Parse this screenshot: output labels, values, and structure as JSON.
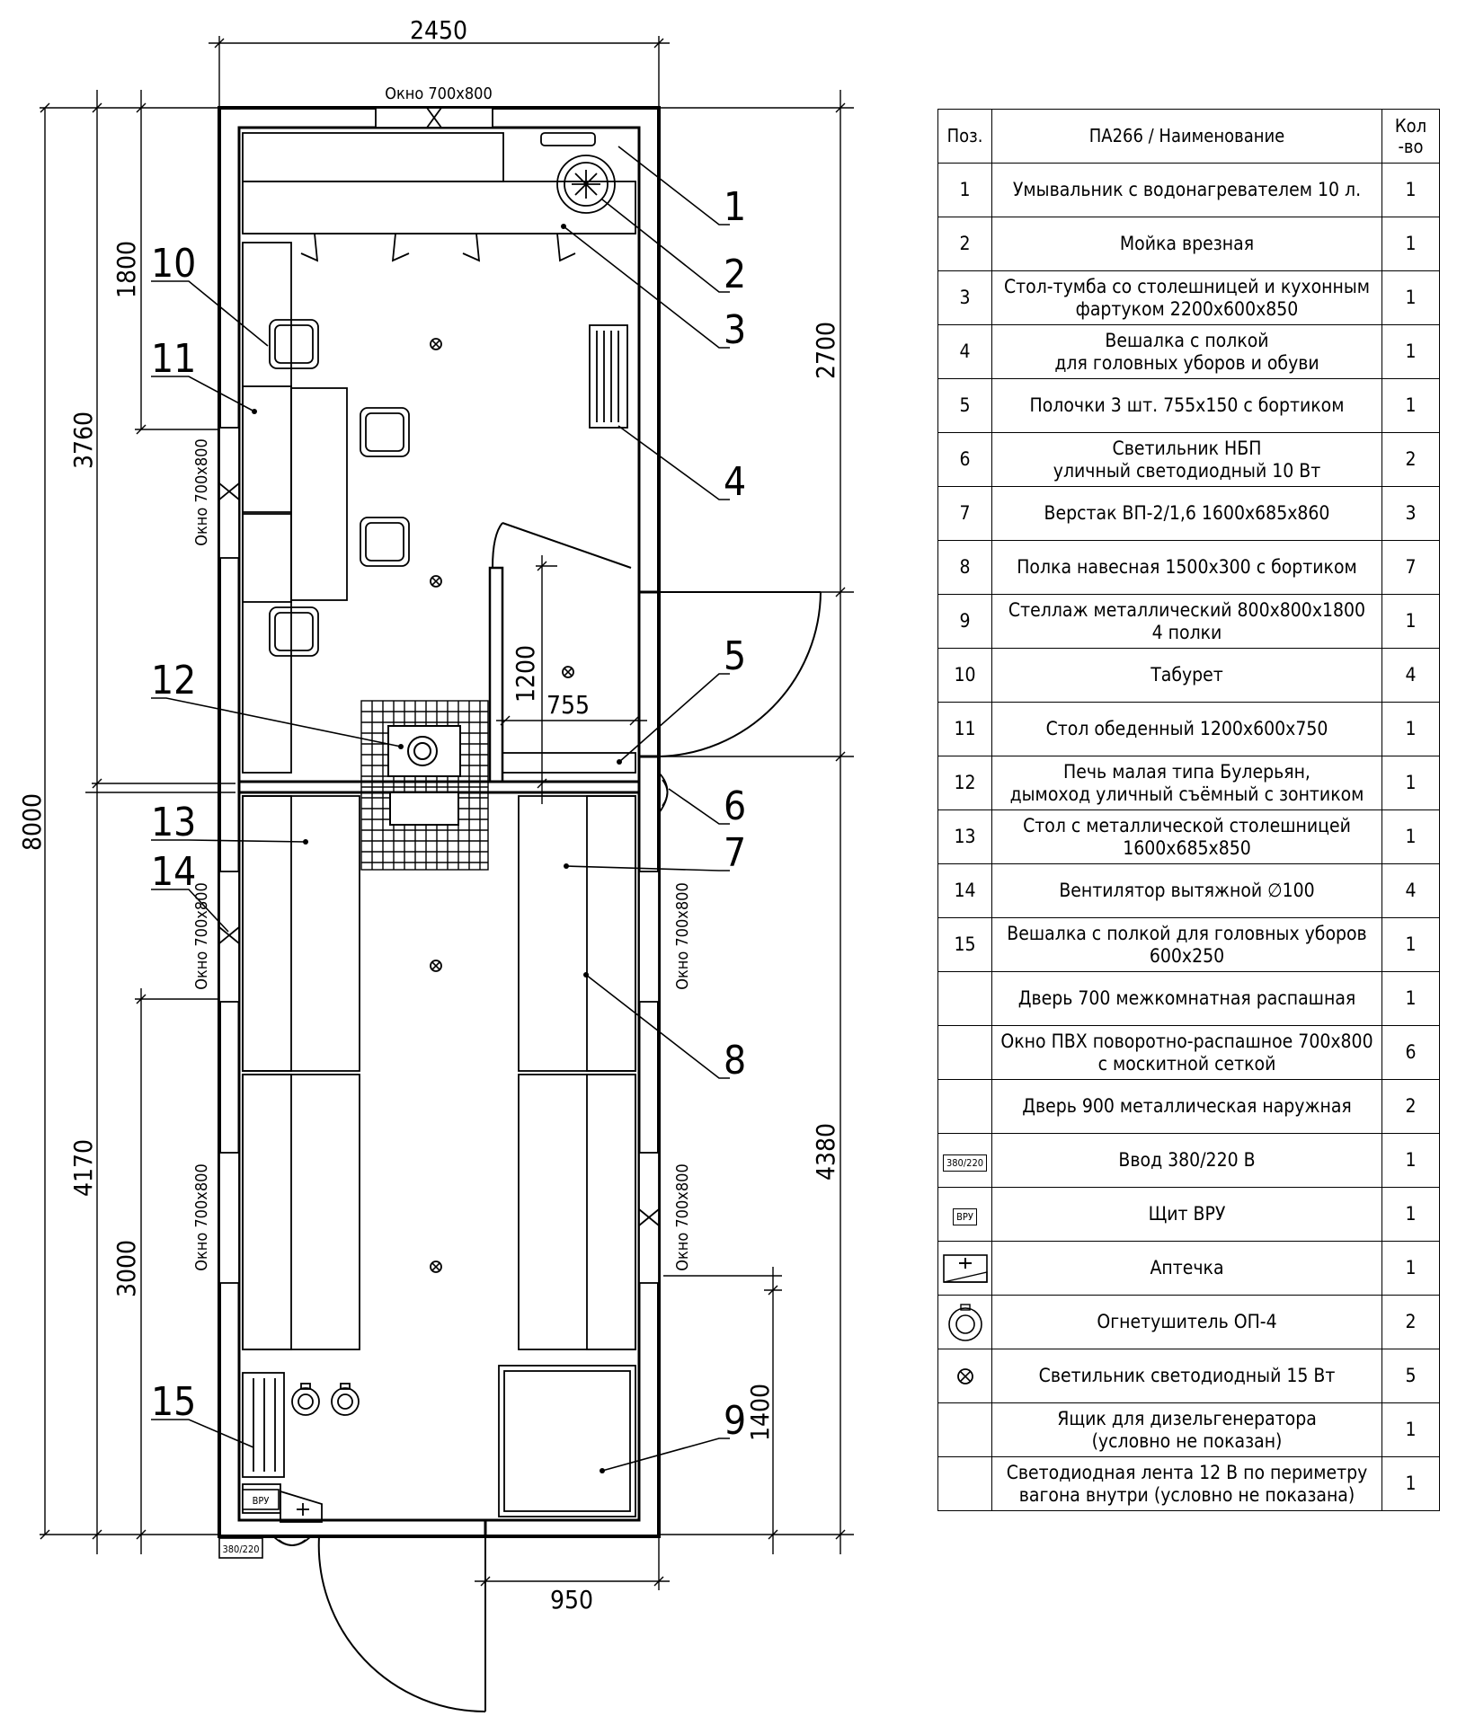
{
  "dimensions": {
    "overall_width": "2450",
    "overall_length": "8000",
    "left_upper": "3760",
    "left_upper_inner": "1800",
    "left_lower": "4170",
    "left_lower_inner": "3000",
    "right_upper": "2700",
    "right_lower": "4380",
    "vestibule_depth": "1200",
    "shelf_width": "755",
    "door_width": "950",
    "bottom_right": "1400"
  },
  "window_label": "Окно 700х800",
  "position_labels": [
    "1",
    "2",
    "3",
    "4",
    "5",
    "6",
    "7",
    "8",
    "9",
    "10",
    "11",
    "12",
    "13",
    "14",
    "15"
  ],
  "panel_labels": {
    "vru": "ВРУ",
    "input": "380/220"
  },
  "spec_table": {
    "headers": {
      "pos": "Поз.",
      "name": "ПА266 / Наименование",
      "qty": "Кол\n-во"
    },
    "rows": [
      {
        "pos": "1",
        "name": "Умывальник с водонагревателем 10 л.",
        "qty": "1"
      },
      {
        "pos": "2",
        "name": "Мойка врезная",
        "qty": "1"
      },
      {
        "pos": "3",
        "name": "Стол-тумба со столешницей и кухонным\nфартуком 2200х600х850",
        "qty": "1"
      },
      {
        "pos": "4",
        "name": "Вешалка с полкой\nдля головных уборов и обуви",
        "qty": "1"
      },
      {
        "pos": "5",
        "name": "Полочки 3 шт. 755х150 с бортиком",
        "qty": "1"
      },
      {
        "pos": "6",
        "name": "Светильник НБП\nуличный светодиодный 10 Вт",
        "qty": "2"
      },
      {
        "pos": "7",
        "name": "Верстак ВП-2/1,6 1600х685х860",
        "qty": "3"
      },
      {
        "pos": "8",
        "name": "Полка навесная 1500х300 с бортиком",
        "qty": "7"
      },
      {
        "pos": "9",
        "name": "Стеллаж металлический 800х800х1800\n4 полки",
        "qty": "1"
      },
      {
        "pos": "10",
        "name": "Табурет",
        "qty": "4"
      },
      {
        "pos": "11",
        "name": "Стол обеденный 1200х600х750",
        "qty": "1"
      },
      {
        "pos": "12",
        "name": "Печь малая типа Булерьян,\nдымоход уличный съёмный с зонтиком",
        "qty": "1"
      },
      {
        "pos": "13",
        "name": "Стол с металлической столешницей\n1600х685х850",
        "qty": "1"
      },
      {
        "pos": "14",
        "name": "Вентилятор вытяжной ∅100",
        "qty": "4"
      },
      {
        "pos": "15",
        "name": "Вешалка с полкой для головных уборов\n600х250",
        "qty": "1"
      },
      {
        "pos": "",
        "name": "Дверь 700 межкомнатная распашная",
        "qty": "1"
      },
      {
        "pos": "",
        "name": "Окно ПВХ поворотно-распашное 700х800\nс москитной сеткой",
        "qty": "6"
      },
      {
        "pos": "",
        "name": "Дверь 900 металлическая наружная",
        "qty": "2"
      },
      {
        "pos": "",
        "symbol": "input-badge",
        "badge_text": "380/220",
        "name": "Ввод 380/220 В",
        "qty": "1"
      },
      {
        "pos": "",
        "symbol": "panel-badge",
        "badge_text": "ВРУ",
        "name": "Щит ВРУ",
        "qty": "1"
      },
      {
        "pos": "",
        "symbol": "first-aid-icon",
        "name": "Аптечка",
        "qty": "1"
      },
      {
        "pos": "",
        "symbol": "extinguisher-icon",
        "name": "Огнетушитель ОП-4",
        "qty": "2"
      },
      {
        "pos": "",
        "symbol": "lamp-icon",
        "name": "Светильник светодиодный 15 Вт",
        "qty": "5"
      },
      {
        "pos": "",
        "name": "Ящик для дизельгенератора\n(условно не показан)",
        "qty": "1"
      },
      {
        "pos": "",
        "name": "Светодиодная лента 12 В по периметру\nвагона внутри (условно не показана)",
        "qty": "1"
      }
    ]
  }
}
